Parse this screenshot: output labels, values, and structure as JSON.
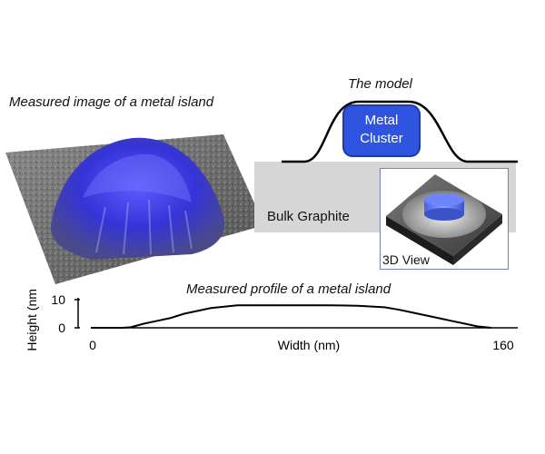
{
  "captions": {
    "measured_image": "Measured image of a metal island",
    "model": "The model",
    "measured_profile": "Measured profile of a metal island"
  },
  "model": {
    "cluster_line1": "Metal",
    "cluster_line2": "Cluster",
    "bulk": "Bulk Graphite",
    "inset_label": "3D View"
  },
  "chart_data": {
    "type": "line",
    "title": "Measured profile of a metal island",
    "xlabel": "Width (nm)",
    "ylabel": "Height (nm)",
    "xlim": [
      0,
      160
    ],
    "ylim": [
      0,
      10
    ],
    "x_ticks": [
      "0",
      "160"
    ],
    "y_ticks": [
      "10",
      "0"
    ],
    "x": [
      0,
      12,
      15,
      20,
      25,
      30,
      35,
      40,
      45,
      50,
      55,
      60,
      70,
      80,
      90,
      100,
      110,
      115,
      120,
      125,
      130,
      135,
      140,
      145,
      150
    ],
    "y": [
      0,
      0,
      0.2,
      1.5,
      2.5,
      3.5,
      5,
      6,
      7,
      7.5,
      8,
      8,
      8,
      8,
      8,
      7.8,
      7.3,
      6.5,
      5.5,
      4.5,
      3.5,
      2.5,
      1.5,
      0.5,
      0
    ],
    "colors": {
      "line": "#000000"
    }
  },
  "colors": {
    "cluster": "#2f55e0",
    "graphite": "#d6d6d6",
    "island_blue": "#3a3ae6"
  }
}
